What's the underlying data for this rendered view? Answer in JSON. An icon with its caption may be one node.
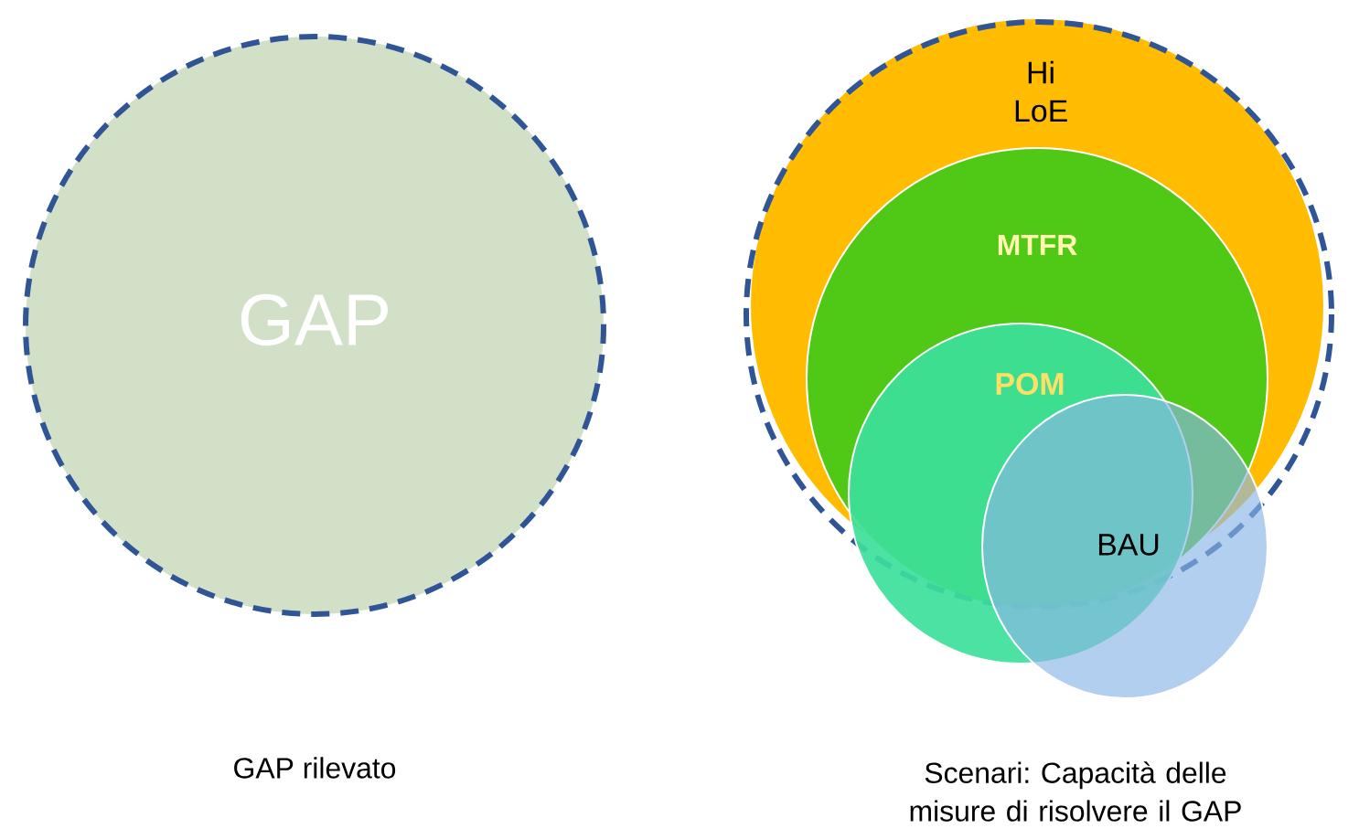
{
  "diagram": {
    "nodes": [
      {
        "text": [
          "GAP"
        ]
      },
      {
        "text": [],
        "shape": "circle"
      },
      {
        "text": [
          "Hi LoE"
        ]
      },
      {
        "text": [
          "MTFR"
        ],
        "in": 2
      },
      {
        "text": [
          "POM"
        ]
      },
      {
        "text": [
          "BAU"
        ]
      }
    ],
    "labels": [
      "GAP rilevato",
      "Scenari: Capacità delle misure di risolvere il GAP"
    ]
  }
}
